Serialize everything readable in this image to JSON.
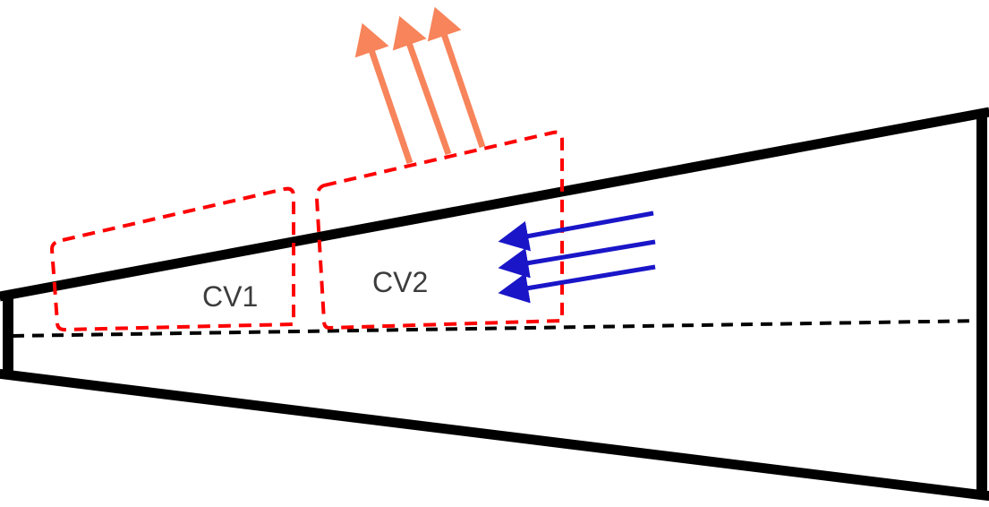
{
  "diagram": {
    "control_volumes": [
      {
        "label": "CV1"
      },
      {
        "label": "CV2"
      }
    ],
    "colors": {
      "wall": "#000000",
      "centerline": "#000000",
      "control_volume_border": "#ff0000",
      "heat_out_arrows": "#f7845a",
      "inflow_arrows": "#1a16c8",
      "label_text": "#3c3c3c"
    },
    "arrow_groups": {
      "heat_out": {
        "count": 3,
        "direction": "up-left"
      },
      "inflow": {
        "count": 3,
        "direction": "left"
      }
    }
  }
}
